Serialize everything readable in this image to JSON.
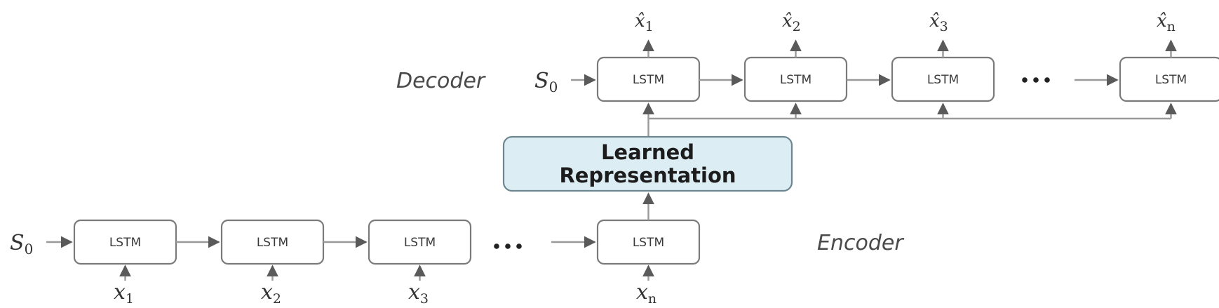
{
  "decoder": {
    "label": "Decoder",
    "initial_state": {
      "base": "S",
      "sub": "0"
    },
    "cells": [
      {
        "label": "LSTM",
        "output": {
          "base": "x̂",
          "sub": "1"
        }
      },
      {
        "label": "LSTM",
        "output": {
          "base": "x̂",
          "sub": "2"
        }
      },
      {
        "label": "LSTM",
        "output": {
          "base": "x̂",
          "sub": "3"
        }
      },
      {
        "label": "LSTM",
        "output": {
          "base": "x̂",
          "sub": "n"
        }
      }
    ]
  },
  "representation": {
    "line1": "Learned",
    "line2": "Representation"
  },
  "encoder": {
    "label": "Encoder",
    "initial_state": {
      "base": "S",
      "sub": "0"
    },
    "cells": [
      {
        "label": "LSTM",
        "input": {
          "base": "x",
          "sub": "1"
        }
      },
      {
        "label": "LSTM",
        "input": {
          "base": "x",
          "sub": "2"
        }
      },
      {
        "label": "LSTM",
        "input": {
          "base": "x",
          "sub": "3"
        }
      },
      {
        "label": "LSTM",
        "input": {
          "base": "x",
          "sub": "n"
        }
      }
    ]
  }
}
